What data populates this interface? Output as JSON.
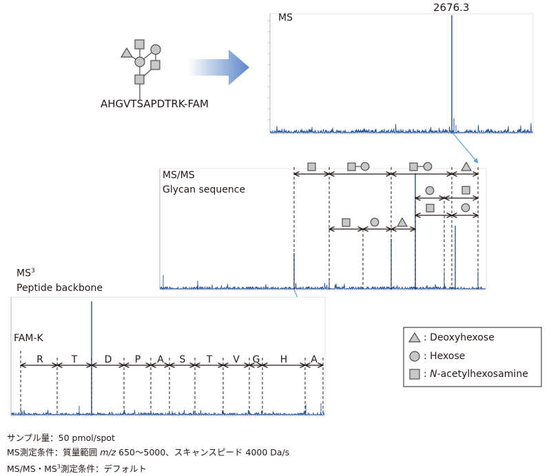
{
  "glycopeptide": {
    "peptide_sequence": "AHGVTSAPDTRK-FAM"
  },
  "panels": {
    "ms": {
      "label": "MS",
      "peak_label": "2676.3"
    },
    "msms": {
      "label_line1": "MS/MS",
      "label_line2": "Glycan sequence"
    },
    "ms3": {
      "label_line1": "MS",
      "label_superscript": "3",
      "label_line2": "Peptide backbone",
      "terminal_label": "FAM-K",
      "residues": [
        "R",
        "T",
        "D",
        "P",
        "A",
        "S",
        "T",
        "V",
        "G",
        "H",
        "A"
      ]
    }
  },
  "legend": {
    "items": [
      {
        "label": ": Deoxyhexose",
        "icon": "triangle-icon"
      },
      {
        "label": ": Hexose",
        "icon": "circle-icon"
      },
      {
        "label_prefix": ": ",
        "label_italic": "N",
        "label_rest": "-acetylhexosamine",
        "icon": "square-icon"
      }
    ]
  },
  "conditions": {
    "line1": "サンプル量：50 pmol/spot",
    "line2_prefix": "MS測定条件：質量範囲 ",
    "line2_italic": "m/z",
    "line2_suffix": " 650〜5000、スキャンスピード 4000 Da/s",
    "line3_prefix": "MS/MS・MS",
    "line3_superscript": "3",
    "line3_suffix": "測定条件：デフォルト"
  },
  "colors": {
    "spectrum": "#1f4e9a",
    "spectrum_light": "#4a7bc4",
    "arrow_gradient_start": "#ffffff",
    "arrow_gradient_end": "#5b86c8",
    "connector": "#5aa0d8",
    "symbol_fill": "#c8c8c8",
    "symbol_stroke": "#4d4d4d",
    "text": "#231815"
  }
}
